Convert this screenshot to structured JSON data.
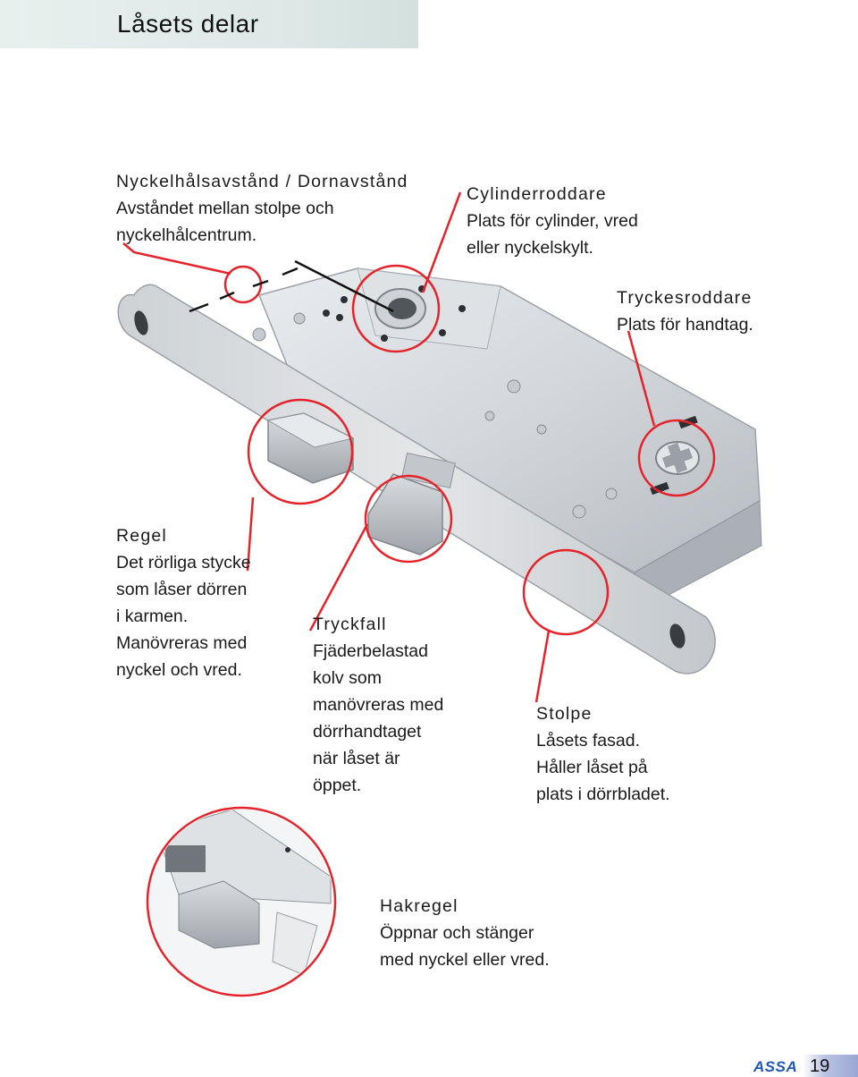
{
  "page": {
    "title": "Låsets delar",
    "number": "19",
    "brand": "ASSA"
  },
  "colors": {
    "callout": "#e4242a",
    "header_band": "#dde8e6",
    "brand": "#1f58b5"
  },
  "labels": {
    "dornavstand": {
      "heading": "Nyckelhålsavstånd / Dornavstånd",
      "lines": [
        "Avståndet mellan stolpe och",
        "nyckelhålcentrum."
      ]
    },
    "cylinderroddare": {
      "heading": "Cylinderroddare",
      "lines": [
        "Plats för cylinder, vred",
        "eller nyckelskylt."
      ]
    },
    "tryckesroddare": {
      "heading": "Tryckesroddare",
      "lines": [
        "Plats för handtag."
      ]
    },
    "regel": {
      "heading": "Regel",
      "lines": [
        "Det rörliga stycke",
        "som låser dörren",
        "i karmen.",
        "Manövreras med",
        "nyckel och vred."
      ]
    },
    "tryckfall": {
      "heading": "Tryckfall",
      "lines": [
        "Fjäderbelastad",
        "kolv som",
        "manövreras med",
        "dörrhandtaget",
        "när låset är",
        "öppet."
      ]
    },
    "stolpe": {
      "heading": "Stolpe",
      "lines": [
        "Låsets fasad.",
        "Håller låset på",
        "plats i dörrbladet."
      ]
    },
    "hakregel": {
      "heading": "Hakregel",
      "lines": [
        "Öppnar och stänger",
        "med nyckel eller vred."
      ]
    }
  }
}
